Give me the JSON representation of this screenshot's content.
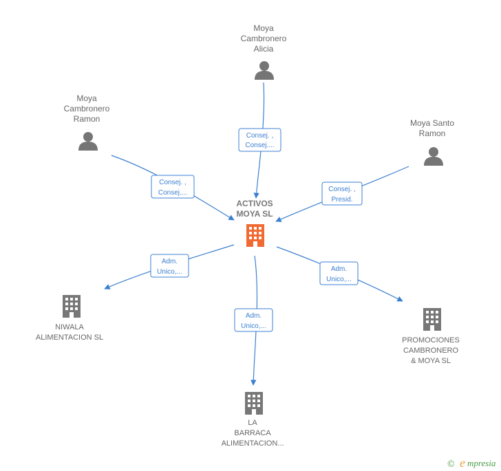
{
  "colors": {
    "edge": "#3b7fd0",
    "person_icon": "#757575",
    "company_icon": "#777777",
    "center_icon": "#f06a32",
    "label": "#666666",
    "watermark": "#4a9a44"
  },
  "center": {
    "label_lines": [
      "ACTIVOS",
      "MOYA  SL"
    ],
    "icon": "building-icon"
  },
  "persons": [
    {
      "id": "alicia",
      "label_lines": [
        "Moya",
        "Cambronero",
        "Alicia"
      ],
      "icon": "person-icon"
    },
    {
      "id": "ramon_c",
      "label_lines": [
        "Moya",
        "Cambronero",
        "Ramon"
      ],
      "icon": "person-icon"
    },
    {
      "id": "ramon_s",
      "label_lines": [
        "Moya Santo",
        "Ramon"
      ],
      "icon": "person-icon"
    }
  ],
  "companies": [
    {
      "id": "niwala",
      "label_lines": [
        "NIWALA",
        "ALIMENTACION SL"
      ],
      "icon": "building-icon"
    },
    {
      "id": "barraca",
      "label_lines": [
        "LA",
        "BARRACA",
        "ALIMENTACION..."
      ],
      "icon": "building-icon"
    },
    {
      "id": "promociones",
      "label_lines": [
        "PROMOCIONES",
        "CAMBRONERO",
        "& MOYA SL"
      ],
      "icon": "building-icon"
    }
  ],
  "edges": [
    {
      "id": "alicia",
      "label_lines": [
        "Consej. ,",
        "Consej...."
      ]
    },
    {
      "id": "ramon_c",
      "label_lines": [
        "Consej. ,",
        "Consej...."
      ]
    },
    {
      "id": "ramon_s",
      "label_lines": [
        "Consej. ,",
        "Presid."
      ]
    },
    {
      "id": "niwala",
      "label_lines": [
        "Adm.",
        "Unico,..."
      ]
    },
    {
      "id": "barraca",
      "label_lines": [
        "Adm.",
        "Unico,..."
      ]
    },
    {
      "id": "promociones",
      "label_lines": [
        "Adm.",
        "Unico,..."
      ]
    }
  ],
  "watermark": {
    "copyright": "©",
    "brand_initial": "e",
    "brand_rest": "mpresia"
  }
}
